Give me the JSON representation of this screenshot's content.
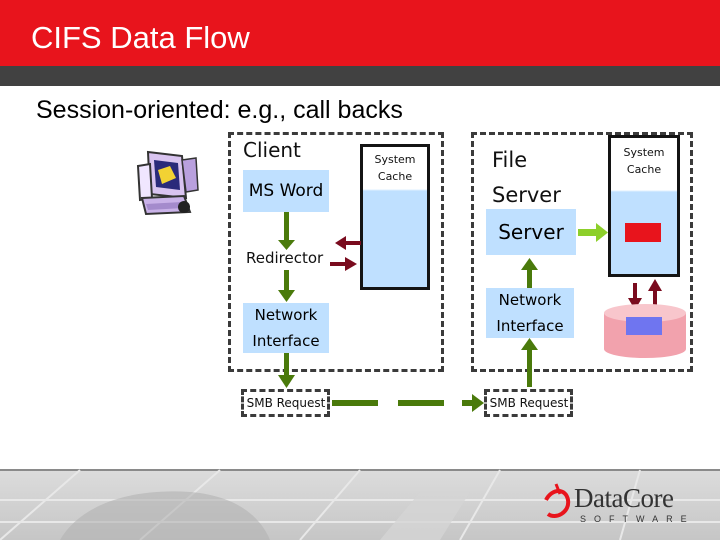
{
  "header": {
    "title": "CIFS Data Flow"
  },
  "subtitle": "Session-oriented: e.g., call backs",
  "client": {
    "label": "Client",
    "app": "MS Word",
    "cache_label": "System\nCache",
    "redirector": "Redirector",
    "network_interface": "Network\nInterface",
    "request": "SMB Request"
  },
  "server": {
    "file_server": "File\nServer",
    "server": "Server",
    "network_interface": "Network\nInterface",
    "request": "SMB Request",
    "cache_label": "System\nCache"
  },
  "logo": {
    "name": "DataCore",
    "tagline": "SOFTWARE"
  },
  "colors": {
    "title_bar": "#e8141c",
    "arrow_green": "#4a7a0b",
    "arrow_green_light": "#8dcf2a",
    "arrow_dark_red": "#7a0b1e",
    "box_blue": "#bfe0ff",
    "block_red": "#e8141c",
    "block_blue": "#6f75f0"
  },
  "icons": [
    "computer-clip-art-icon",
    "disk-drum-icon",
    "datacore-logo-icon"
  ]
}
